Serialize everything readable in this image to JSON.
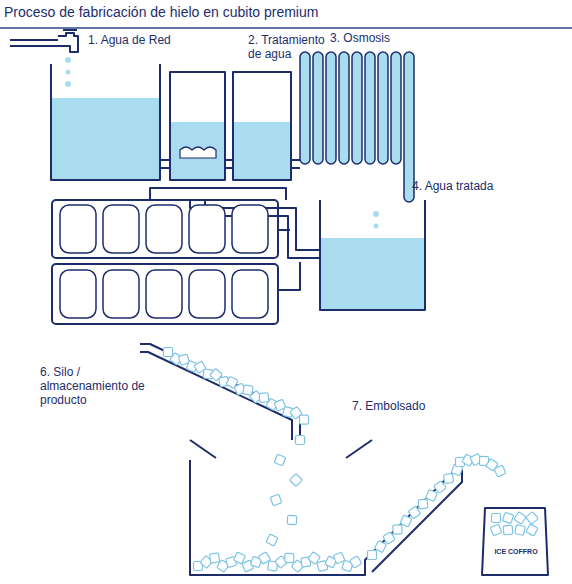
{
  "diagram": {
    "title": "Proceso de fabricación de hielo en cubito premium",
    "labels": [
      "1. Agua de Red",
      "2. Tratamiento de agua",
      "3. Osmosis",
      "4. Agua tratada",
      "6. Silo / almacenamiento de producto",
      "7. Embolsado",
      "ICE COFFRO"
    ]
  }
}
